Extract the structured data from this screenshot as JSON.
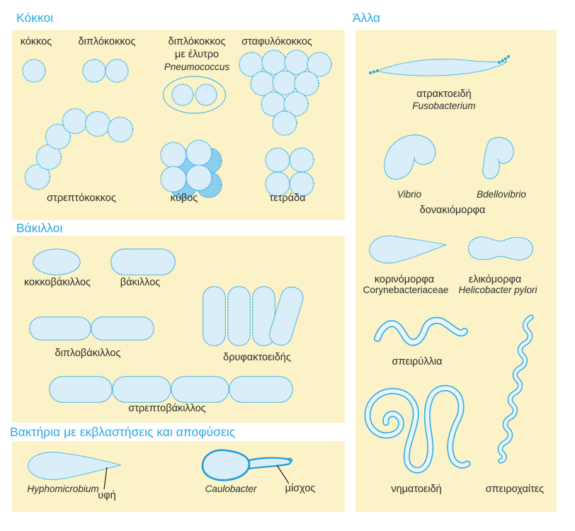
{
  "colors": {
    "accent": "#29ABE2",
    "panel_bg": "#FBF3C7",
    "cell_fill": "#DAEEFA",
    "cell_fill_dark": "#8BCFEF",
    "cell_stroke": "#29A9E0",
    "text": "#2B2B2B"
  },
  "sections": {
    "cocci": {
      "title": "Κόκκοι",
      "labels": {
        "kokkos": "κόκκος",
        "diplokokkos": "διπλόκοκκος",
        "diplo_line1": "διπλόκοκκος",
        "diplo_line2": "με έλυτρο",
        "diplo_line3": "Pneumococcus",
        "staphylokokkos": "σταφυλόκοκκος",
        "streptokokkos": "στρεπτόκοκκος",
        "kybos": "κύβος",
        "tetrada": "τετράδα"
      }
    },
    "bacilli": {
      "title": "Βάκιλλοι",
      "labels": {
        "kokkovakillos": "κοκκοβάκιλλος",
        "vakillos": "βάκιλλος",
        "diplovakillos": "διπλοβάκιλλος",
        "dryfaktoeidis": "δρυφακτοειδής",
        "streptovakillos": "στρεπτοβάκιλλος"
      }
    },
    "budding": {
      "title": "Βακτήρια με εκβλαστήσεις και αποφύσεις",
      "labels": {
        "hyphomicrobium": "Hyphomicrobium",
        "hypha": "υφή",
        "caulobacter": "Caulobacter",
        "stalk": "μίσχος"
      }
    },
    "other": {
      "title": "Άλλα",
      "labels": {
        "atraktoeidi": "ατρακτοειδή",
        "fusobacterium": "Fusobacterium",
        "vibrio": "Vibrio",
        "bdellovibrio": "Bdellovibrio",
        "donakiomorfa": "δονακιόμορφα",
        "korinomorfa": "κορινόμορφα",
        "corynebacteriaceae": "Corynebacteriaceae",
        "elikomorfa": "ελικόμορφα",
        "helicobacter": "Helicobacter pylori",
        "speiryllia": "σπειρύλλια",
        "nimatoeidi": "νηματοειδή",
        "speirochaites": "σπειροχαίτες"
      }
    }
  }
}
